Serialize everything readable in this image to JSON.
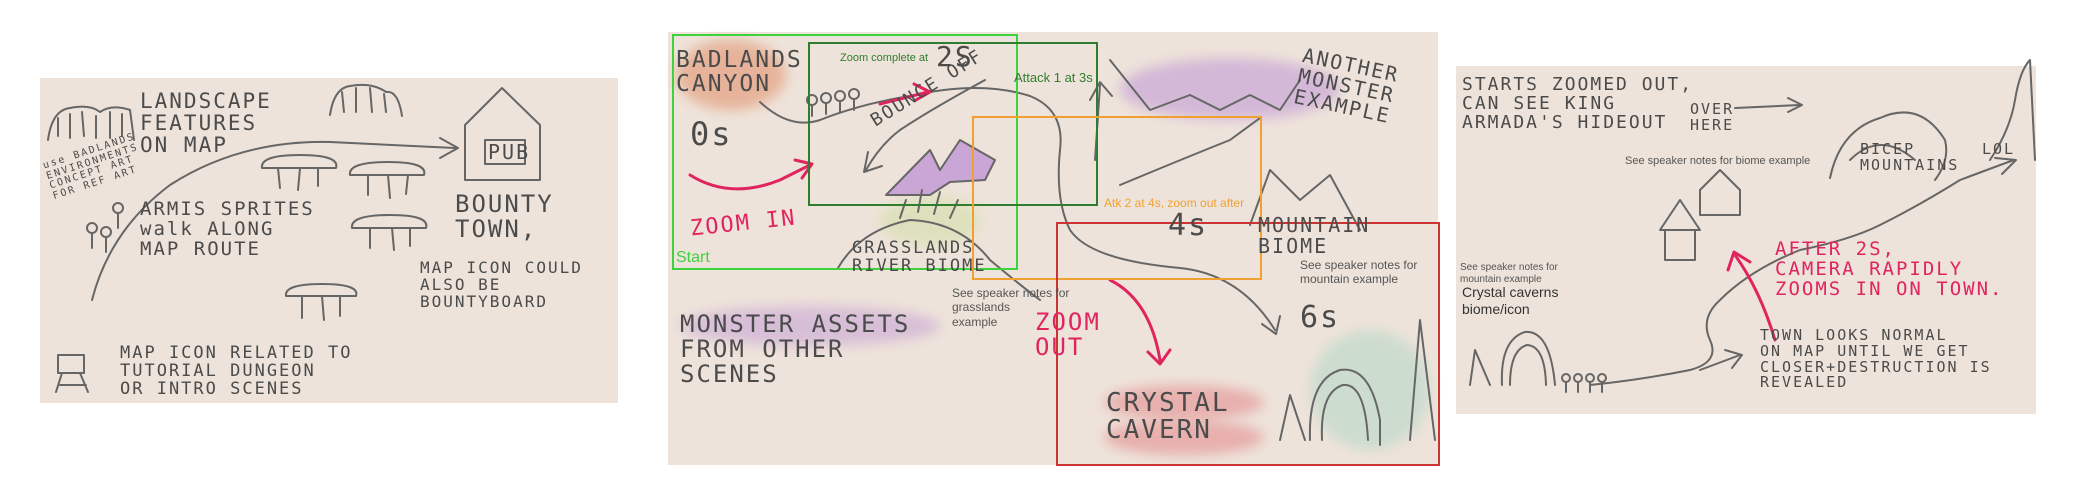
{
  "colors": {
    "panel_bg": "#eee3da",
    "ink": "#4b4b4b",
    "accent_pink": "#e0245e",
    "start_box": "#3cd33c",
    "attack1_box": "#2f7d2f",
    "attack2_box": "#f0a030",
    "zoomout_box": "#cc3333",
    "monster_purple": "#c9a6d6",
    "canyon_orange": "#e3a07f",
    "crystal_red": "#e59a9a"
  },
  "panel1": {
    "landscape_label": "LANDSCAPE\nFEATURES\nON MAP",
    "concept_note": "use BADLANDS\nENVIRONMENTS\nCONCEPT ART\nFOR REF ART",
    "pub_label": "PUB",
    "bounty_town": "BOUNTY\nTOWN,",
    "armis_label": "ARMIS SPRITES\nwalk ALONG\nMAP ROUTE",
    "map_icon_bounty": "MAP ICON COULD\nALSO BE\nBOUNTYBOARD",
    "map_icon_tutorial": "MAP ICON RELATED TO\nTUTORIAL DUNGEON\nOR INTRO SCENES"
  },
  "panel2": {
    "badlands": "BADLANDS\nCANYON",
    "zero_s": "0s",
    "zoom_in": "ZOOM IN",
    "start": "Start",
    "zoom_complete": "Zoom complete at",
    "two_s": "2S",
    "attack1": "Attack 1 at 3s",
    "bounce_off": "BOUNCE OFF",
    "another_monster": "ANOTHER\nMONSTER\nEXAMPLE",
    "atk2": "Atk 2 at 4s, zoom out after",
    "four_s": "4s",
    "mountain_biome": "MOUNTAIN\nBIOME",
    "grasslands": "GRASSLANDS\nRIVER BIOME",
    "notes_grasslands": "See speaker notes for\ngrasslands\nexample",
    "notes_mountain": "See speaker notes for\nmountain example",
    "six_s": "6s",
    "monster_assets": "MONSTER ASSETS\nFROM OTHER\nSCENES",
    "zoom_out": "ZOOM\nOUT",
    "crystal_cavern": "CRYSTAL\nCAVERN"
  },
  "panel3": {
    "starts_zoomed": "STARTS ZOOMED OUT,\nCAN SEE KING\nARMADA'S HIDEOUT",
    "over_here": "OVER\nHERE",
    "notes_biome": "See speaker notes for biome example",
    "bicep": "BICEP\nMOUNTAINS",
    "lol": "LOL",
    "notes_mountain": "See speaker notes for\nmountain example",
    "crystal_caverns": "Crystal caverns\nbiome/icon",
    "after_2s": "AFTER 2S,\nCAMERA RAPIDLY\nZOOMS IN ON TOWN.",
    "town_looks": "TOWN LOOKS NORMAL\nON MAP UNTIL WE GET\nCLOSER+DESTRUCTION IS\nREVEALED"
  }
}
